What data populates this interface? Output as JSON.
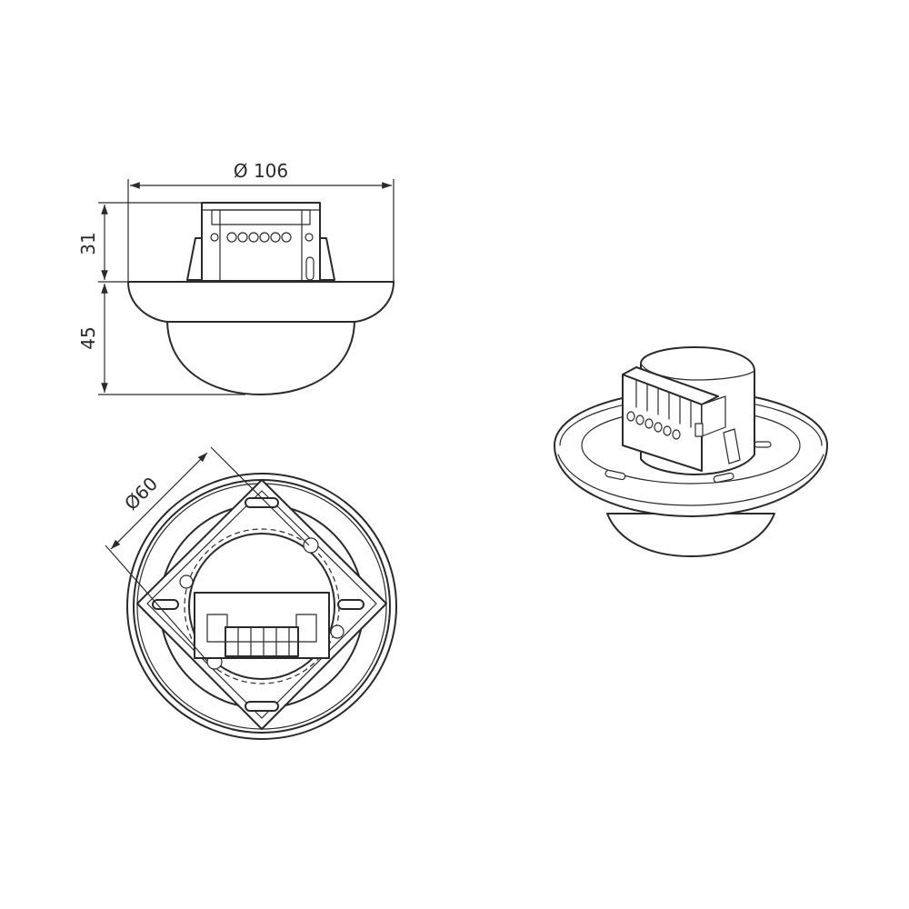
{
  "dimensions": {
    "overall_diameter": "Ø 106",
    "base_height": "31",
    "dome_height": "45",
    "mount_diameter": "Ø60"
  },
  "colors": {
    "line": "#2a2a2a",
    "background": "#ffffff"
  }
}
